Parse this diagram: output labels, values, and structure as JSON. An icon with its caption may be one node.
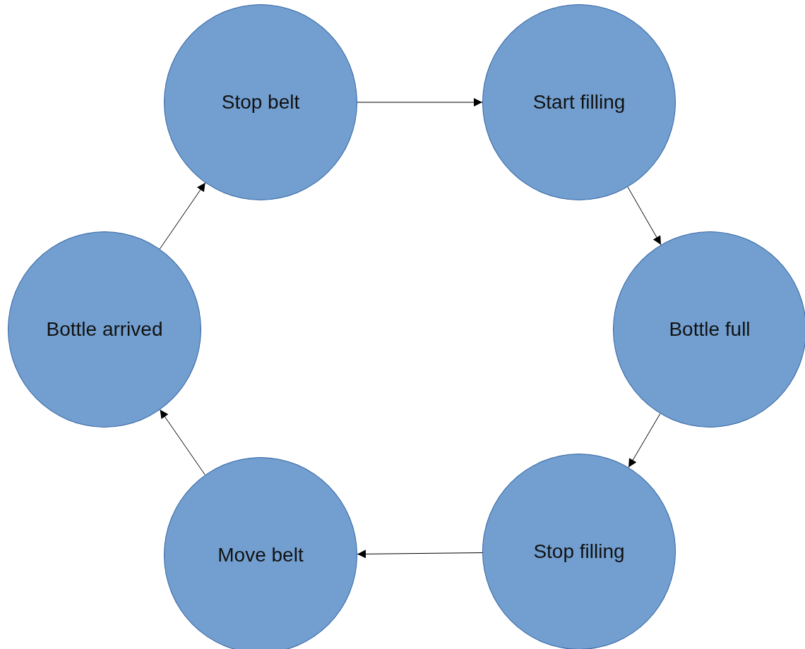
{
  "diagram": {
    "nodes": [
      {
        "text": [
          "Stop belt"
        ]
      },
      {
        "text": [
          "Start filling"
        ]
      },
      {
        "text": [
          "Bottle full"
        ]
      },
      {
        "text": [
          "Stop filling"
        ]
      },
      {
        "text": [
          "Move belt"
        ]
      },
      {
        "text": [
          "Bottle arrived"
        ]
      }
    ],
    "edges": [
      {
        "from": 0,
        "to": 1,
        "arrow": "to"
      },
      {
        "from": 1,
        "to": 2,
        "arrow": "to"
      },
      {
        "from": 2,
        "to": 3,
        "arrow": "to"
      },
      {
        "from": 3,
        "to": 4,
        "arrow": "to"
      },
      {
        "from": 4,
        "to": 5,
        "arrow": "to"
      },
      {
        "from": 5,
        "to": 0,
        "arrow": "to"
      }
    ]
  }
}
